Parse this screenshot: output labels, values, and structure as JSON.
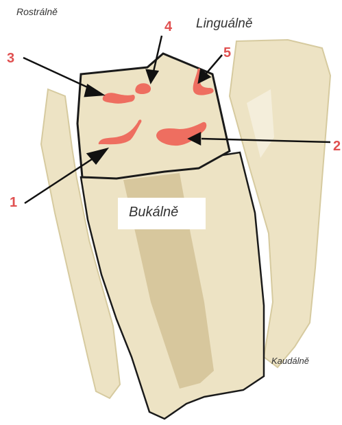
{
  "labels": {
    "rostral": "Rostrálně",
    "lingual": "Linguálně",
    "caudal": "Kaudálně",
    "buccal": "Bukálně"
  },
  "numbers": {
    "n1": "1",
    "n2": "2",
    "n3": "3",
    "n4": "4",
    "n5": "5"
  },
  "colors": {
    "tooth_fill": "#ede3c4",
    "tooth_dark": "#d7c79d",
    "outline": "#1a1a1a",
    "pulp_horn": "#ee6e60",
    "number_red": "#e05050",
    "arrow": "#111111"
  }
}
